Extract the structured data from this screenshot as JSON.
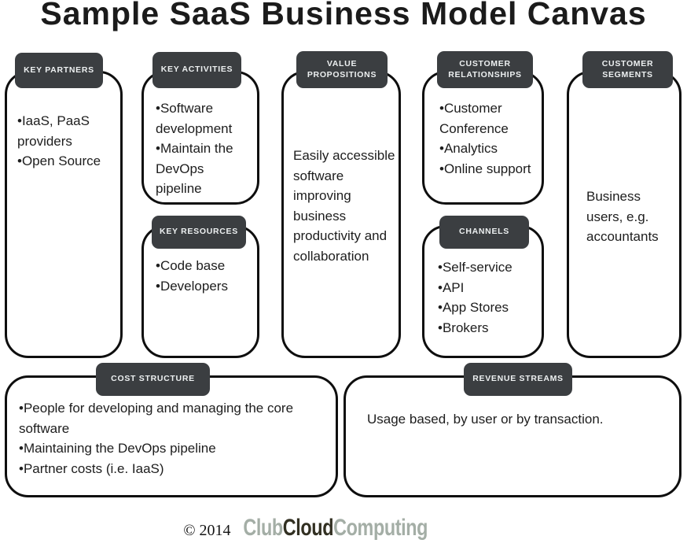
{
  "title": "Sample SaaS Business Model Canvas",
  "blocks": {
    "key_partners": {
      "label": "KEY PARTNERS",
      "items": [
        "IaaS, PaaS providers",
        "Open Source"
      ]
    },
    "key_activities": {
      "label": "KEY ACTIVITIES",
      "items": [
        "Software development",
        "Maintain the DevOps pipeline"
      ]
    },
    "key_resources": {
      "label": "KEY RESOURCES",
      "items": [
        "Code base",
        "Developers"
      ]
    },
    "value_propositions": {
      "label": "VALUE PROPOSITIONS",
      "text": "Easily accessible software improving business productivity and collaboration"
    },
    "customer_relationships": {
      "label": "CUSTOMER RELATIONSHIPS",
      "items": [
        "Customer Conference",
        "Analytics",
        "Online support"
      ]
    },
    "channels": {
      "label": "CHANNELS",
      "items": [
        "Self-service",
        "API",
        "App Stores",
        "Brokers"
      ]
    },
    "customer_segments": {
      "label": "CUSTOMER SEGMENTS",
      "text": "Business users, e.g. accountants"
    },
    "cost_structure": {
      "label": "COST STRUCTURE",
      "items": [
        "People for developing and managing the core software",
        "Maintaining the DevOps pipeline",
        "Partner costs (i.e. IaaS)"
      ]
    },
    "revenue_streams": {
      "label": "REVENUE STREAMS",
      "text": "Usage based, by user or by transaction."
    }
  },
  "footer": {
    "copyright": "© 2014",
    "logo_club": "Club",
    "logo_cloud": "Cloud",
    "logo_computing": "Computing"
  },
  "colors": {
    "tab_background": "#3b3e41",
    "tab_text": "#edf0f1",
    "box_border": "#0e0e0e",
    "body_text": "#1d1d1d",
    "logo_light": "#a4aea6",
    "logo_dark": "#323022"
  }
}
